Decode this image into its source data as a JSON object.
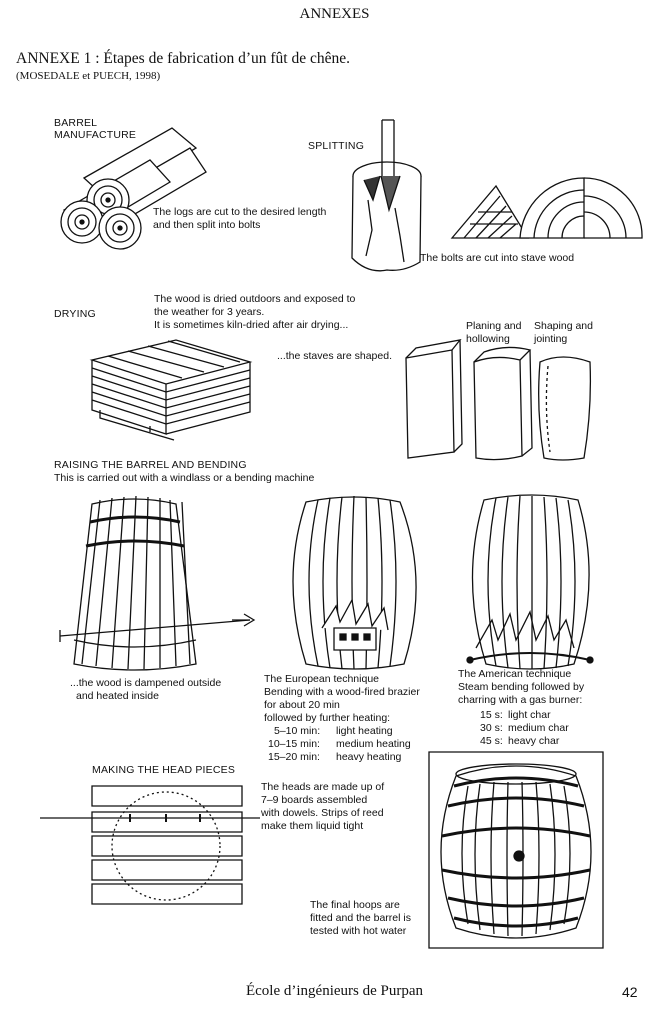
{
  "header": {
    "section": "ANNEXES",
    "title": "ANNEXE 1 : Étapes de fabrication d’un fût de chêne.",
    "citation": "(MOSEDALE et PUECH, 1998)"
  },
  "figure": {
    "barrel_manufacture": {
      "heading_line1": "BARREL",
      "heading_line2": "MANUFACTURE"
    },
    "logs_caption": {
      "line1": "The logs are cut to the desired length",
      "line2": "and then split into bolts"
    },
    "splitting": {
      "heading": "SPLITTING"
    },
    "bolts_caption": "The bolts are cut into stave wood",
    "drying": {
      "heading": "DRYING",
      "line1": "The wood is dried outdoors and exposed to",
      "line2": "the weather for 3 years.",
      "line3": "It is sometimes kiln-dried after air drying..."
    },
    "staves_caption": "...the staves are shaped.",
    "planing": {
      "line1": "Planing and",
      "line2": "hollowing"
    },
    "shaping": {
      "line1": "Shaping and",
      "line2": "jointing"
    },
    "raising": {
      "heading": "RAISING THE BARREL AND BENDING",
      "subheading": "This is carried out with a windlass or a bending machine"
    },
    "dampened": {
      "line1": "...the wood is dampened outside",
      "line2": "and heated inside"
    },
    "european": {
      "line1": "The European technique",
      "line2": "Bending with a wood-fired brazier",
      "line3": "for about 20 min",
      "line4": "followed by further heating:",
      "rows": [
        {
          "time": "5–10 min:",
          "level": "light heating"
        },
        {
          "time": "10–15 min:",
          "level": "medium heating"
        },
        {
          "time": "15–20 min:",
          "level": "heavy heating"
        }
      ]
    },
    "american": {
      "line1": "The American technique",
      "line2": "Steam bending followed by",
      "line3": "charring with a gas burner:",
      "rows": [
        {
          "time": "15 s:",
          "level": "light char"
        },
        {
          "time": "30 s:",
          "level": "medium char"
        },
        {
          "time": "45 s:",
          "level": "heavy char"
        }
      ]
    },
    "head_pieces": {
      "heading": "MAKING THE HEAD PIECES"
    },
    "heads_caption": {
      "line1": "The heads are made up of",
      "line2": "7–9 boards assembled",
      "line3": "with dowels. Strips of reed",
      "line4": "make them liquid tight"
    },
    "final_caption": {
      "line1": "The final hoops are",
      "line2": "fitted and the barrel is",
      "line3": "tested with hot water"
    }
  },
  "footer": {
    "school": "École d’ingénieurs de Purpan",
    "page_number": "42"
  }
}
